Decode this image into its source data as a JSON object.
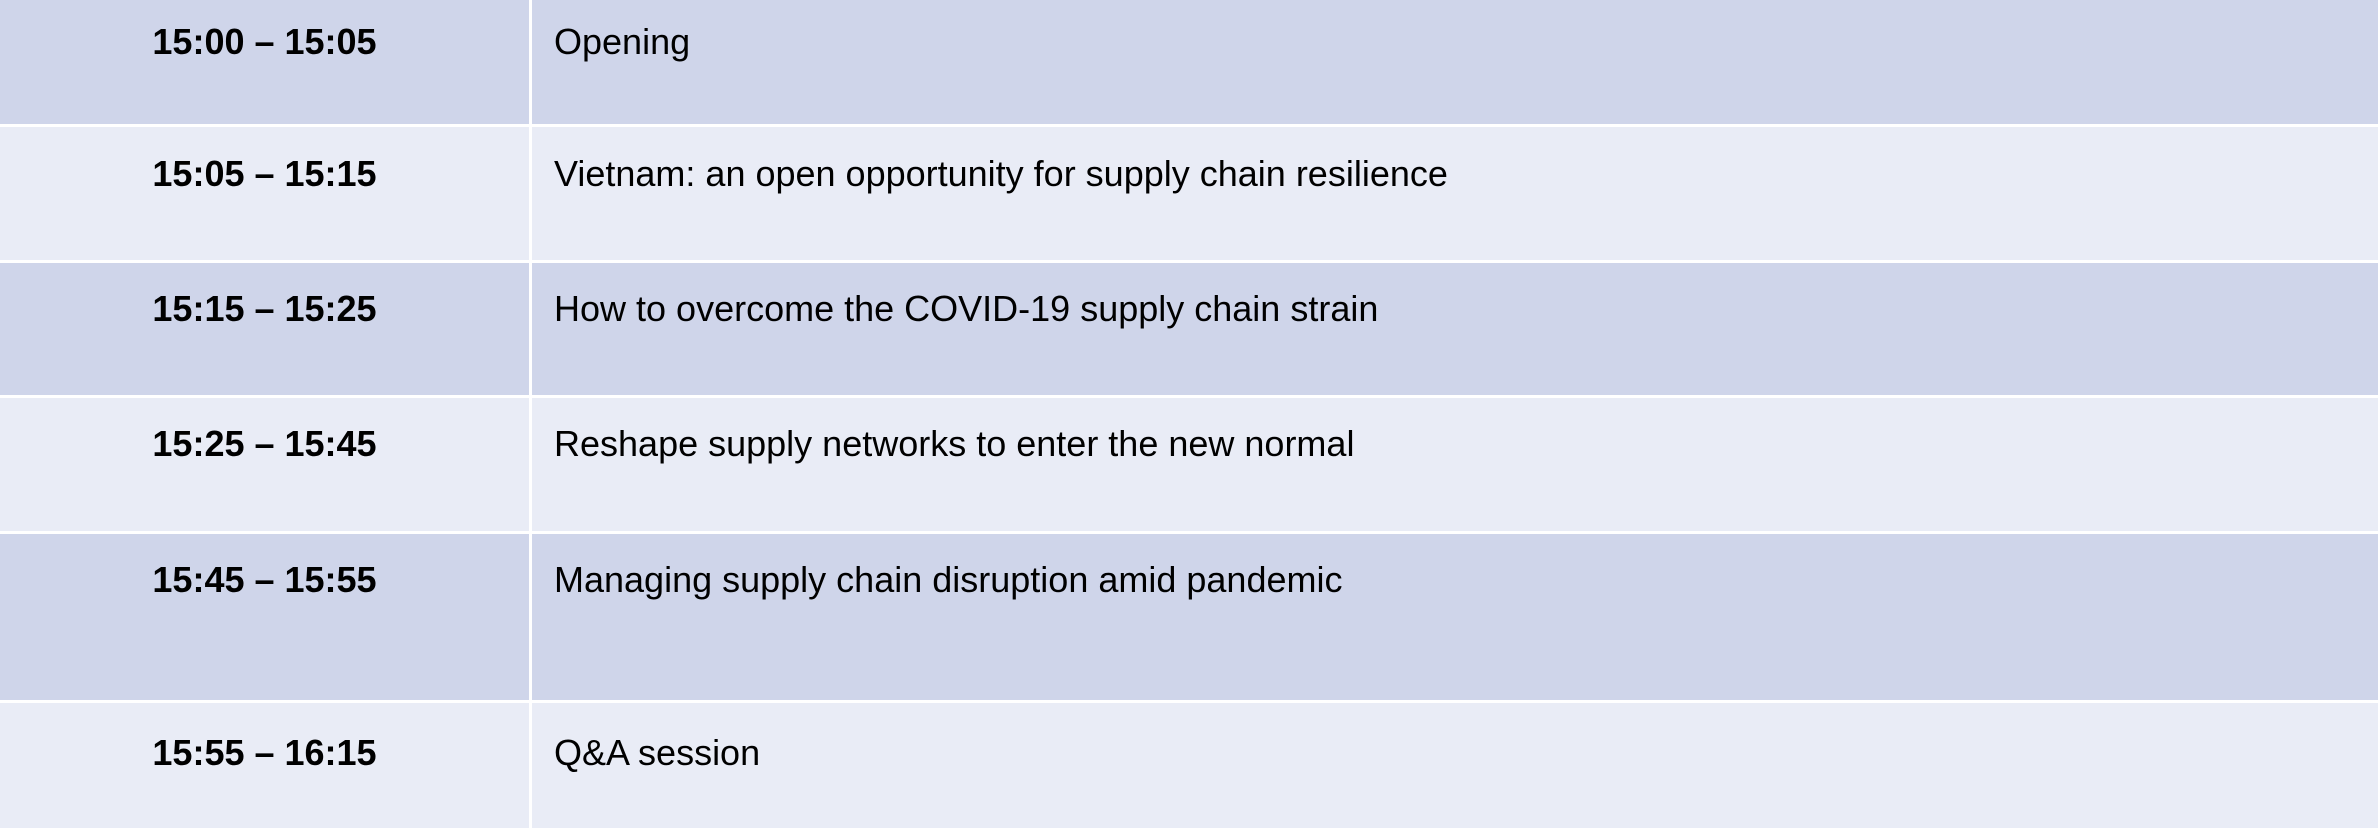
{
  "agenda": {
    "rows": [
      {
        "time": "15:00 – 15:05",
        "topic": "Opening"
      },
      {
        "time": "15:05 – 15:15",
        "topic": "Vietnam: an open opportunity for supply chain resilience"
      },
      {
        "time": "15:15 – 15:25",
        "topic": "How to overcome the COVID-19 supply chain strain"
      },
      {
        "time": "15:25 – 15:45",
        "topic": "Reshape supply networks to enter the new normal"
      },
      {
        "time": "15:45 – 15:55",
        "topic": "Managing supply chain disruption amid pandemic"
      },
      {
        "time": "15:55 – 16:15",
        "topic": "Q&A session"
      }
    ]
  },
  "colors": {
    "row_dark": "#cfd5ea",
    "row_light": "#e9ecf6",
    "divider": "#ffffff"
  }
}
